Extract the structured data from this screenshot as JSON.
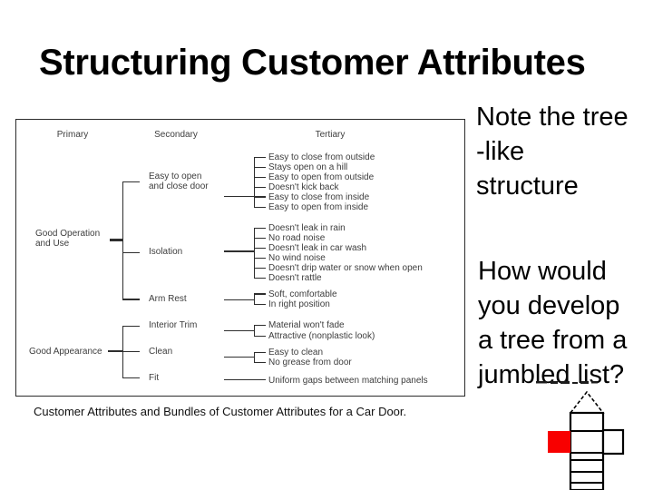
{
  "slide": {
    "title": "Structuring Customer Attributes",
    "caption": "Customer Attributes and Bundles of Customer Attributes for a Car Door.",
    "note_blocks": [
      [
        "Note the tree",
        "-like",
        "structure"
      ],
      [
        "How would",
        "you develop",
        "a tree from a",
        "jumbled list?"
      ]
    ]
  },
  "diagram": {
    "column_headers": [
      "Primary",
      "Secondary",
      "Tertiary"
    ],
    "primaries": [
      {
        "label": "Good Operation and Use",
        "group_indexes": [
          0,
          1,
          2
        ]
      },
      {
        "label": "Good Appearance",
        "group_indexes": [
          3,
          4,
          5
        ]
      }
    ],
    "groups": [
      {
        "secondary": "Easy to open and close door",
        "tertiary": [
          "Easy to close from outside",
          "Stays open on a hill",
          "Easy to open from outside",
          "Doesn't kick back",
          "Easy to close from inside",
          "Easy to open from inside"
        ]
      },
      {
        "secondary": "Isolation",
        "tertiary": [
          "Doesn't leak in rain",
          "No road noise",
          "Doesn't leak in car wash",
          "No wind noise",
          "Doesn't drip water or snow when open",
          "Doesn't rattle"
        ]
      },
      {
        "secondary": "Arm Rest",
        "tertiary": [
          "Soft, comfortable",
          "In right position"
        ]
      },
      {
        "secondary": "Interior Trim",
        "tertiary": [
          "Material won't fade",
          "Attractive (nonplastic look)"
        ]
      },
      {
        "secondary": "Clean",
        "tertiary": [
          "Easy to clean",
          "No grease from door"
        ]
      },
      {
        "secondary": "Fit",
        "tertiary": [
          "Uniform gaps between matching panels"
        ]
      }
    ]
  },
  "house_icon": {
    "name": "house-of-quality-icon",
    "red": "#f80000",
    "outline": "#000000"
  }
}
